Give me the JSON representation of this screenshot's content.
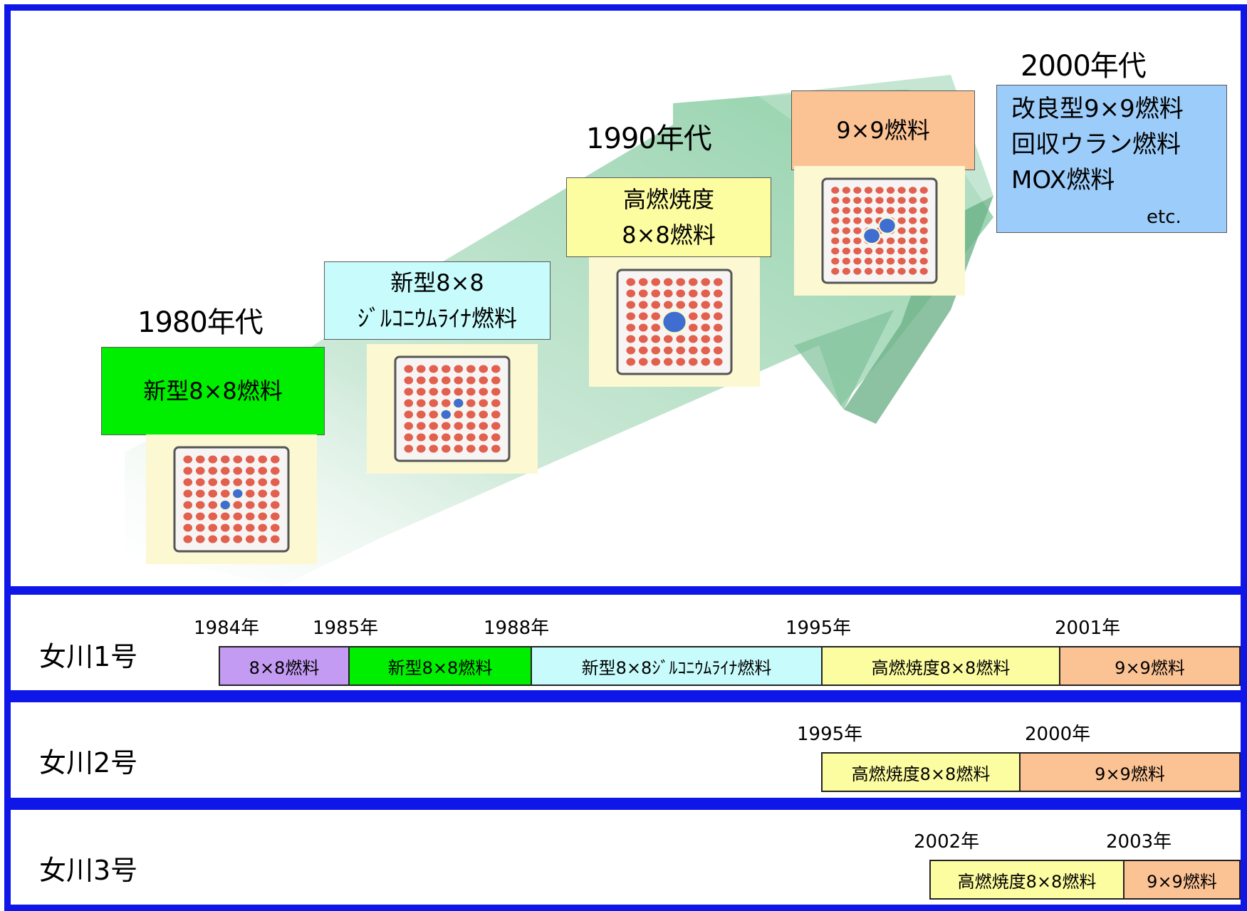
{
  "colors": {
    "frame": "#0f16e8",
    "purple": "#c49bf2",
    "green": "#00ee00",
    "cyan": "#c8fcfc",
    "yellow": "#fcfca0",
    "orange": "#fbc294",
    "blue": "#9cccfa"
  },
  "evolution": {
    "decades": [
      "1980年代",
      "1990年代",
      "2000年代"
    ],
    "stages": [
      {
        "lines": [
          "新型8×8燃料"
        ]
      },
      {
        "lines": [
          "新型8×8",
          "ｼﾞﾙｺﾆｳﾑﾗｲﾅ燃料"
        ]
      },
      {
        "lines": [
          "高燃焼度",
          "8×8燃料"
        ]
      },
      {
        "lines": [
          "9×9燃料"
        ]
      }
    ],
    "future": {
      "lines": [
        "改良型9×9燃料",
        "回収ウラン燃料",
        "MOX燃料"
      ],
      "etc": "etc."
    }
  },
  "timeline": [
    {
      "name": "女川1号",
      "years": [
        "1984年",
        "1985年",
        "1988年",
        "1995年",
        "2001年"
      ],
      "segments": [
        {
          "label": "8×8燃料",
          "color": "purple"
        },
        {
          "label": "新型8×8燃料",
          "color": "green"
        },
        {
          "label": "新型8×8ｼﾞﾙｺﾆｳﾑﾗｲﾅ燃料",
          "color": "cyan"
        },
        {
          "label": "高燃焼度8×8燃料",
          "color": "yellow"
        },
        {
          "label": "9×9燃料",
          "color": "orange"
        }
      ]
    },
    {
      "name": "女川2号",
      "years": [
        "1995年",
        "2000年"
      ],
      "segments": [
        {
          "label": "高燃焼度8×8燃料",
          "color": "yellow"
        },
        {
          "label": "9×9燃料",
          "color": "orange"
        }
      ]
    },
    {
      "name": "女川3号",
      "years": [
        "2002年",
        "2003年"
      ],
      "segments": [
        {
          "label": "高燃焼度8×8燃料",
          "color": "yellow"
        },
        {
          "label": "9×9燃料",
          "color": "orange"
        }
      ]
    }
  ]
}
